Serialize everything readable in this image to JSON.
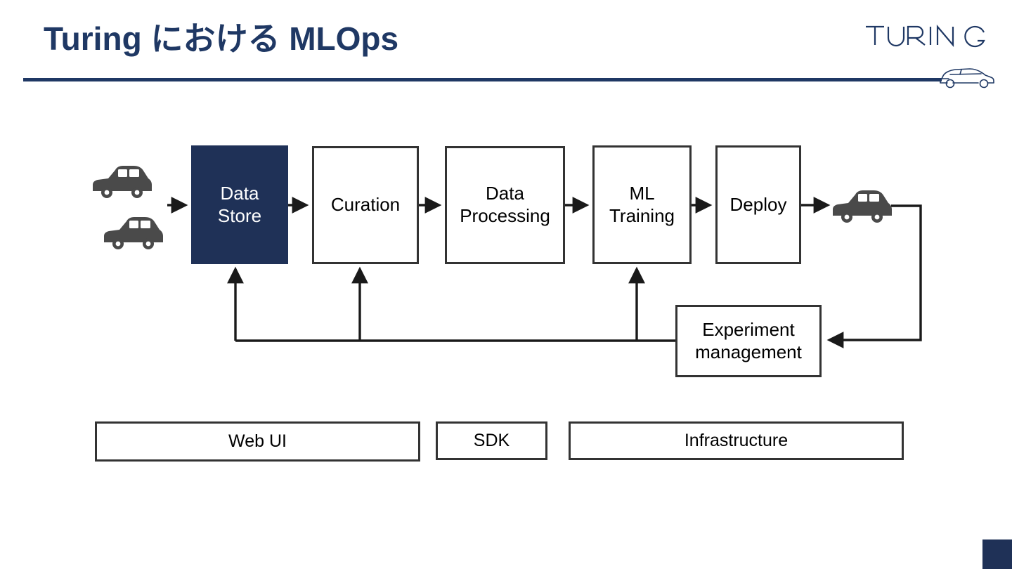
{
  "slide": {
    "title": "Turing における MLOps",
    "brand": {
      "logo_text": "TURING",
      "logo_icon": "car-outline-icon",
      "accent_color": "#1f3864",
      "node_fill_color": "#1f3157",
      "node_border_color": "#333333",
      "car_color": "#4a4a4a"
    }
  },
  "diagram": {
    "type": "flow",
    "pipeline": [
      {
        "id": "data-store",
        "label": "Data\nStore",
        "line1": "Data",
        "line2": "Store",
        "highlighted": true
      },
      {
        "id": "curation",
        "label": "Curation",
        "line1": "Curation",
        "line2": "",
        "highlighted": false
      },
      {
        "id": "data-processing",
        "label": "Data\nProcessing",
        "line1": "Data",
        "line2": "Processing",
        "highlighted": false
      },
      {
        "id": "ml-training",
        "label": "ML\nTraining",
        "line1": "ML",
        "line2": "Training",
        "highlighted": false
      },
      {
        "id": "deploy",
        "label": "Deploy",
        "line1": "Deploy",
        "line2": "",
        "highlighted": false
      }
    ],
    "feedback_node": {
      "id": "experiment-management",
      "line1": "Experiment",
      "line2": "management"
    },
    "input_icons": [
      "car-icon",
      "car-icon"
    ],
    "output_icons": [
      "car-icon"
    ],
    "feedback_targets": [
      "data-store",
      "curation",
      "ml-training"
    ]
  },
  "layers": [
    {
      "id": "web-ui",
      "label": "Web UI"
    },
    {
      "id": "sdk",
      "label": "SDK"
    },
    {
      "id": "infrastructure",
      "label": "Infrastructure"
    }
  ]
}
